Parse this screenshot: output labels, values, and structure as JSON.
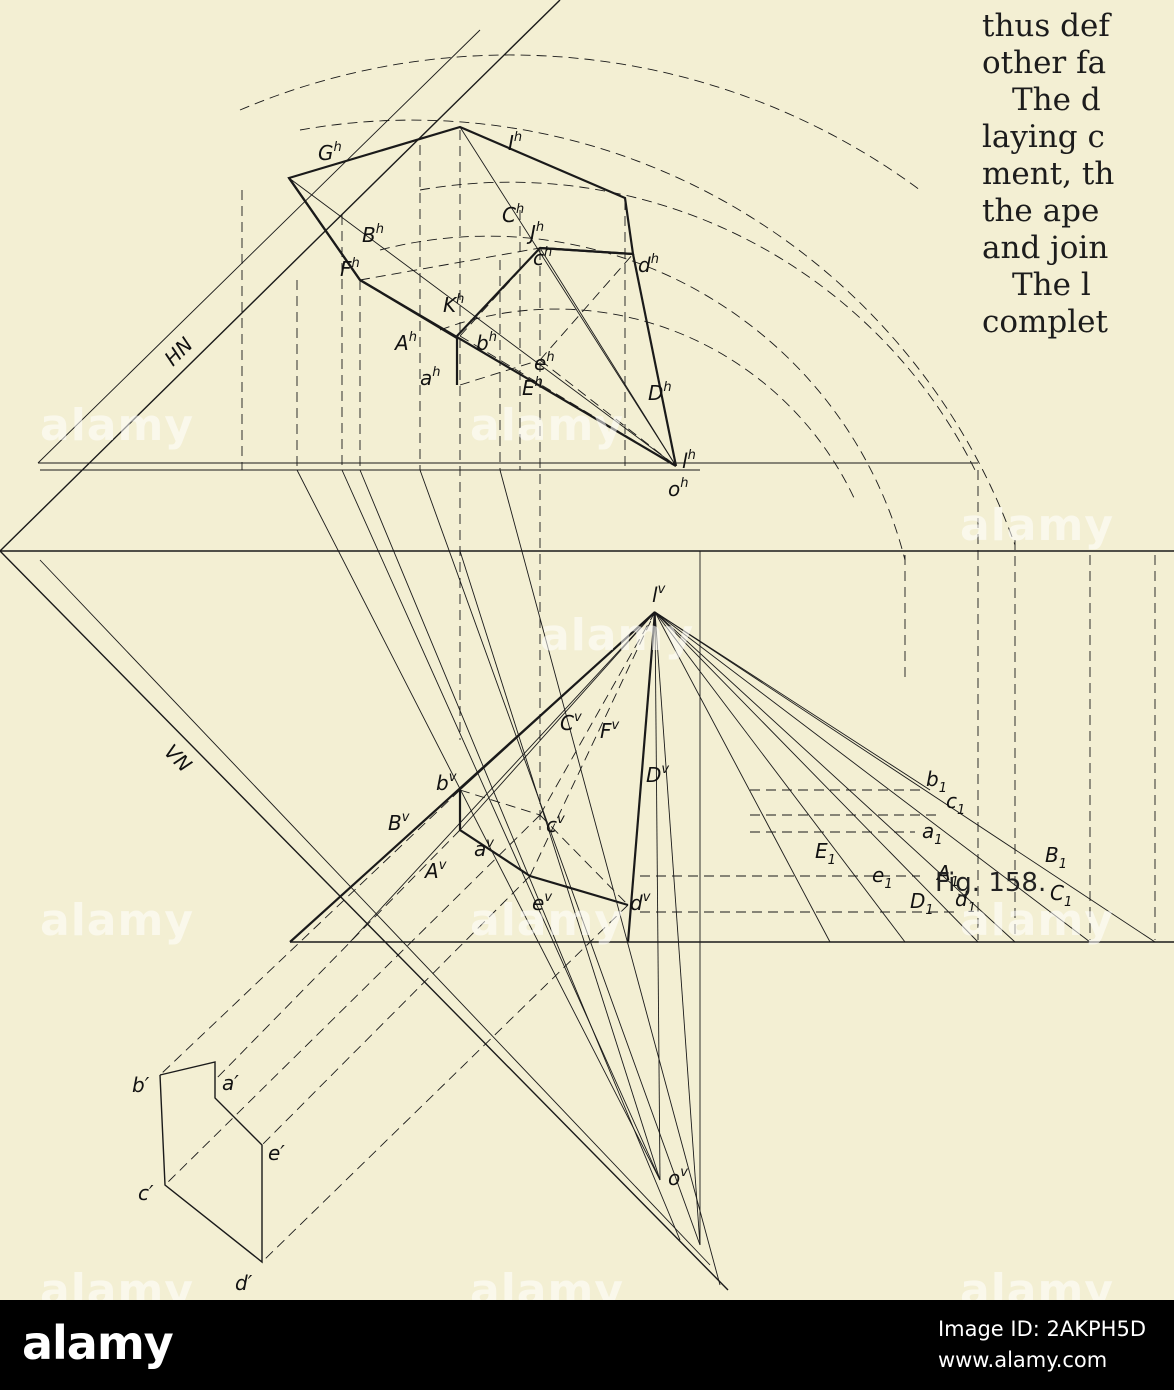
{
  "text_column": [
    "thus def",
    "other fa",
    "The d",
    "laying c",
    "ment, th",
    "the ape",
    "and join",
    "The l",
    "complet"
  ],
  "caption": "Fig. 158.",
  "labels": {
    "HN": "HN",
    "VN": "VN",
    "Gh": "G",
    "Ih": "I",
    "Bh": "B",
    "Ch": "C",
    "Jh": "J",
    "ch": "c",
    "Fh": "F",
    "Kh": "K",
    "dh": "d",
    "bh": "b",
    "eh": "e",
    "Eh": "E",
    "Ah": "A",
    "ah": "a",
    "Dh": "D",
    "lh": "l",
    "oh": "o",
    "lv": "l",
    "Cv": "C",
    "Fv": "F",
    "Dv": "D",
    "bv": "b",
    "cv": "c",
    "Bv": "B",
    "av": "a",
    "Av": "A",
    "ev": "e",
    "dv": "d",
    "ov": "o",
    "b1": "b",
    "c1": "c",
    "a1": "a",
    "E1": "E",
    "e1": "e",
    "A1": "A",
    "d1": "d",
    "D1": "D",
    "B1": "B",
    "C1": "C",
    "bp": "b′",
    "ap": "a′",
    "ep": "e′",
    "cp": "c′",
    "dp": "d′",
    "sub_h": "h",
    "sup_v": "v",
    "sub_1": "1"
  },
  "watermark": "alamy",
  "footer": {
    "brand": "alamy",
    "image_id": "Image ID: 2AKPH5D",
    "site": "www.alamy.com"
  }
}
